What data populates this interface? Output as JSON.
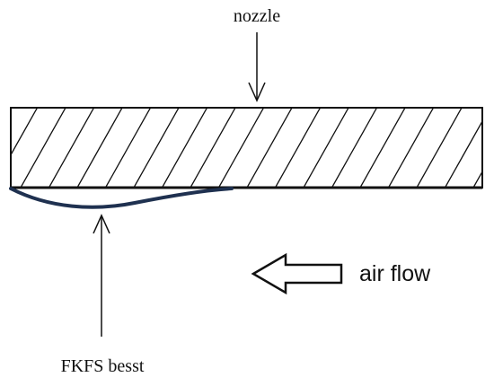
{
  "labels": {
    "nozzle": "nozzle",
    "air_flow": "air flow",
    "fkfs": "FKFS besst"
  },
  "colors": {
    "line": "#111111",
    "curve": "#1f3150",
    "background": "#ffffff"
  }
}
